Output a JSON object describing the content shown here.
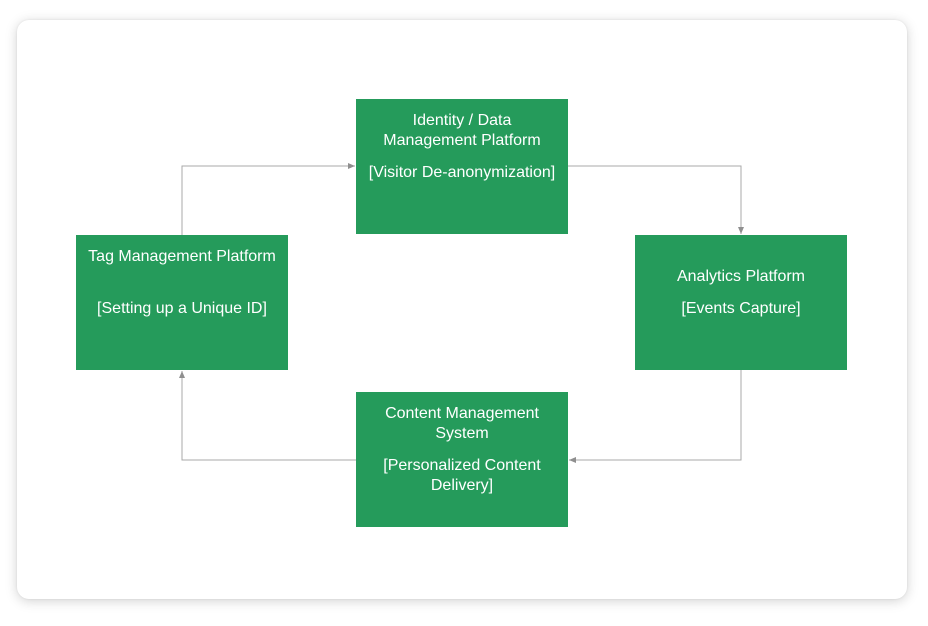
{
  "colors": {
    "node_fill": "#259b5b",
    "node_text": "#ffffff",
    "connector": "#a9a9a9",
    "card_background": "#ffffff"
  },
  "nodes": {
    "identity": {
      "title": "Identity / Data Management Platform",
      "description": "[Visitor De-anonymization]"
    },
    "analytics": {
      "title": "Analytics Platform",
      "description": "[Events Capture]"
    },
    "content": {
      "title": "Content Management System",
      "description": "[Personalized Content Delivery]"
    },
    "tag": {
      "title": "Tag Management Platform",
      "description": "[Setting up a Unique ID]"
    }
  },
  "edges": [
    {
      "from": "tag",
      "to": "identity"
    },
    {
      "from": "identity",
      "to": "analytics"
    },
    {
      "from": "analytics",
      "to": "content"
    },
    {
      "from": "content",
      "to": "tag"
    }
  ]
}
